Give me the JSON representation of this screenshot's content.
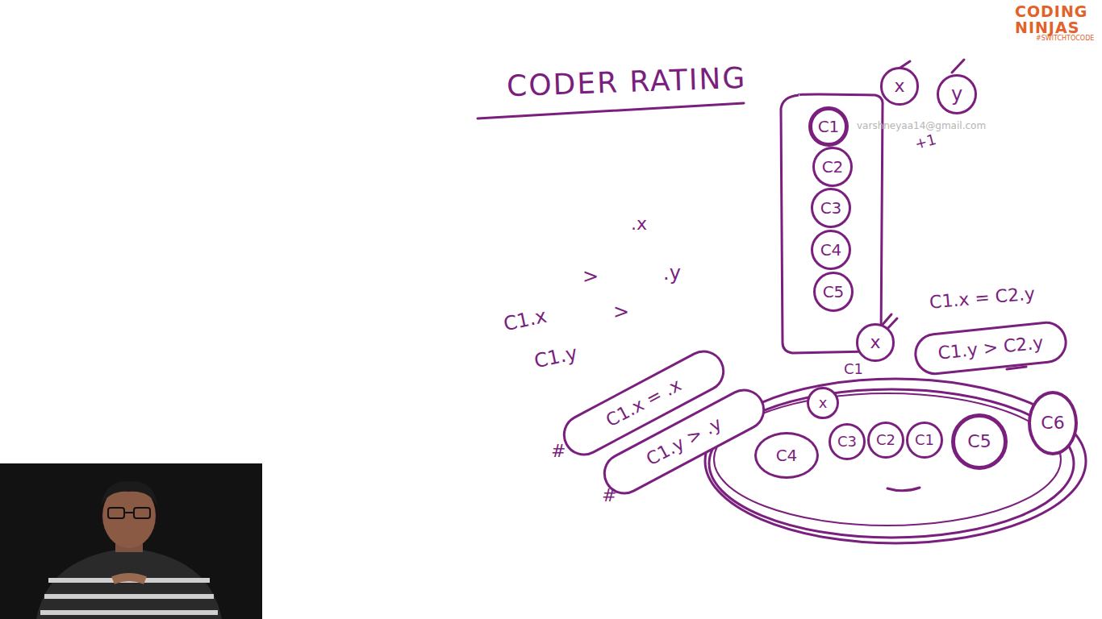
{
  "diagram": {
    "title": "CODER RATING",
    "nodes": [
      {
        "text": [
          "x"
        ]
      },
      {
        "text": [
          "y"
        ]
      },
      {
        "text": [
          "C1"
        ]
      },
      {
        "text": [
          "C2"
        ]
      },
      {
        "text": [
          "C3"
        ]
      },
      {
        "text": [
          "C4"
        ]
      },
      {
        "text": [
          "C5"
        ]
      },
      {
        "text": [
          "x"
        ]
      },
      {
        "text": [
          "C1.y > C2.y"
        ]
      },
      {
        "text": [
          "C1.x = .x"
        ]
      },
      {
        "text": [
          "C1.y > .y"
        ]
      },
      {
        "text": [
          "x"
        ]
      },
      {
        "text": [
          "C4"
        ]
      },
      {
        "text": [
          "C3"
        ]
      },
      {
        "text": [
          "C2"
        ]
      },
      {
        "text": [
          "C1"
        ]
      },
      {
        "text": [
          "C5"
        ]
      },
      {
        "text": [
          "C6"
        ]
      }
    ],
    "labels": [
      "CODING",
      "NINJAS",
      "#SWITCHTOCODE",
      "varshneyaa14@gmail.com",
      "+1",
      "C1.x = C2.y",
      ".x",
      ".y",
      "C1.x",
      ">",
      ">",
      "C1.y",
      "C1",
      "#",
      "#"
    ]
  }
}
